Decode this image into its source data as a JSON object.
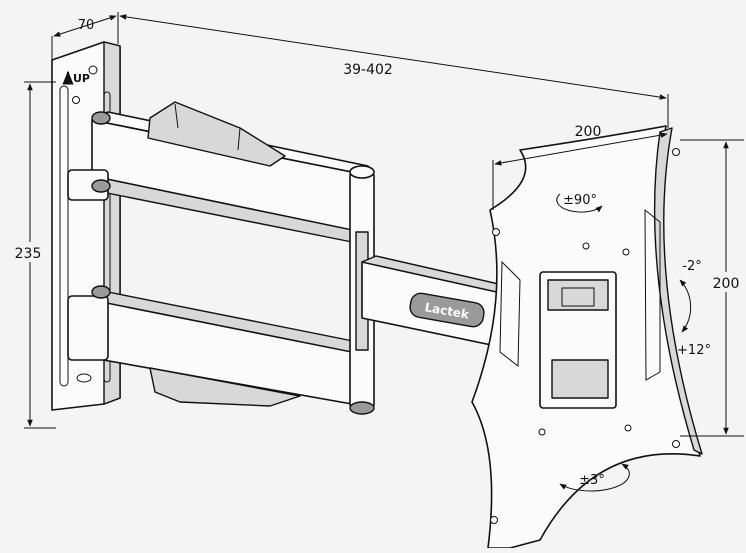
{
  "dimensions": {
    "plate_depth": "70",
    "extension": "39-402",
    "vesa_width": "200",
    "plate_height": "235",
    "vesa_height": "200"
  },
  "motion": {
    "swivel": "±90°",
    "tilt_up": "-2°",
    "tilt_down": "+12°",
    "rotate": "±3°"
  },
  "labels": {
    "up": "UP",
    "brand": "Lactek"
  },
  "icons": [
    "up-arrow-icon",
    "rotate-arrow-icon"
  ]
}
